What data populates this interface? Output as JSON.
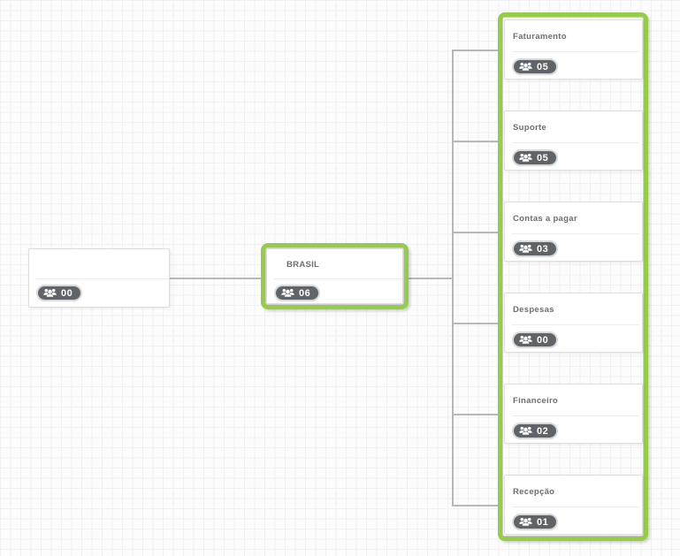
{
  "app": {
    "view": "org-chart-canvas"
  },
  "colors": {
    "canvas_bg": "#fcfcfc",
    "grid_line": "#f1f0f3",
    "selection_green": "#96cd46",
    "badge_bg": "#5f6468",
    "connector": "#b8b8b8"
  },
  "nodes": {
    "root": {
      "count": "00"
    },
    "brasil": {
      "title": "BRASIL",
      "count": "06"
    },
    "departments": {
      "items": [
        {
          "title": "Faturamento",
          "count": "05"
        },
        {
          "title": "Suporte",
          "count": "05"
        },
        {
          "title": "Contas a pagar",
          "count": "03"
        },
        {
          "title": "Despesas",
          "count": "00"
        },
        {
          "title": "Financeiro",
          "count": "02"
        },
        {
          "title": "Recepção",
          "count": "01"
        }
      ]
    }
  }
}
